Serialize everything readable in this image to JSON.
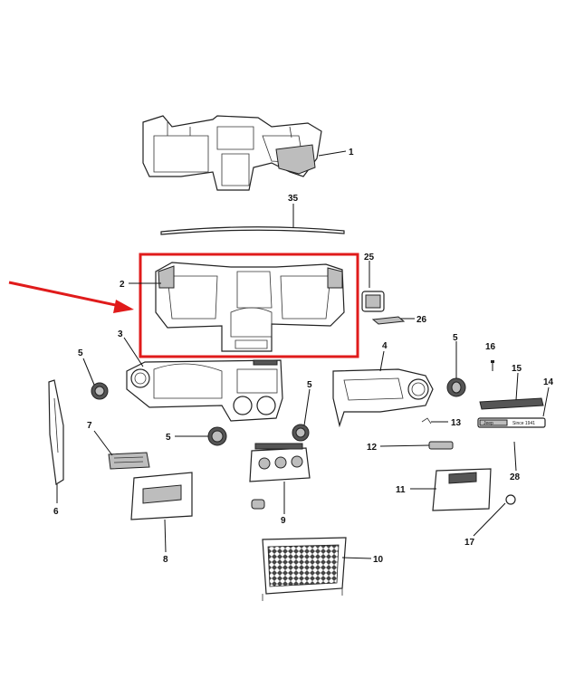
{
  "callouts": {
    "c1": "1",
    "c2": "2",
    "c3": "3",
    "c4": "4",
    "c5a": "5",
    "c5b": "5",
    "c5c": "5",
    "c5d": "5",
    "c6": "6",
    "c7": "7",
    "c8": "8",
    "c9": "9",
    "c10": "10",
    "c11": "11",
    "c12": "12",
    "c13": "13",
    "c14": "14",
    "c15": "15",
    "c16": "16",
    "c17": "17",
    "c25": "25",
    "c26": "26",
    "c28": "28",
    "c35": "35"
  },
  "labels": {
    "cluster_plate": "Jeep",
    "cluster_plate_right": "Since 1941"
  },
  "colors": {
    "highlight_box": "#e01b1b",
    "pointer_arrow": "#e01b1b",
    "line_art": "#222222"
  }
}
